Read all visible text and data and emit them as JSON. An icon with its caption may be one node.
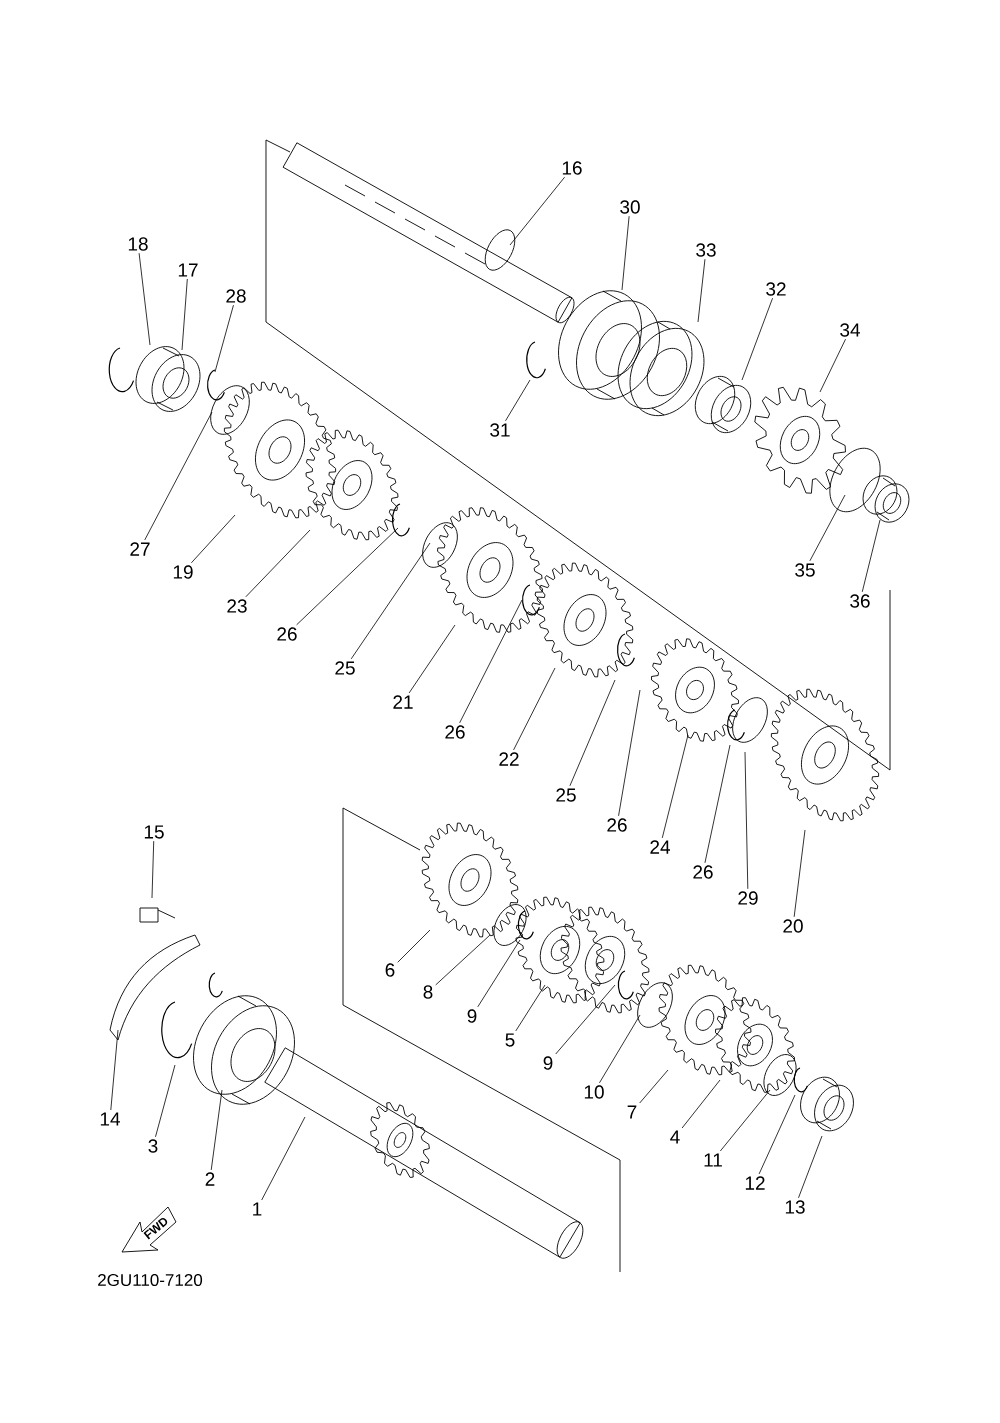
{
  "diagram": {
    "nodes": [
      {
        "text": [
          "16"
        ]
      },
      {
        "text": [
          "30"
        ]
      },
      {
        "text": [
          "18"
        ]
      },
      {
        "text": [
          "33"
        ]
      },
      {
        "text": [
          "17"
        ]
      },
      {
        "text": [
          "32"
        ]
      },
      {
        "text": [
          "28"
        ]
      },
      {
        "text": [
          "34"
        ]
      },
      {
        "text": [
          "31"
        ]
      },
      {
        "text": [
          "27"
        ]
      },
      {
        "text": [
          "19"
        ]
      },
      {
        "text": [
          "35"
        ]
      },
      {
        "text": [
          "36"
        ]
      },
      {
        "text": [
          "23"
        ]
      },
      {
        "text": [
          "26"
        ]
      },
      {
        "text": [
          "25"
        ]
      },
      {
        "text": [
          "21"
        ]
      },
      {
        "text": [
          "26"
        ]
      },
      {
        "text": [
          "22"
        ]
      },
      {
        "text": [
          "25"
        ]
      },
      {
        "text": [
          "26"
        ]
      },
      {
        "text": [
          "24"
        ]
      },
      {
        "text": [
          "26"
        ]
      },
      {
        "text": [
          "15"
        ]
      },
      {
        "text": [
          "29"
        ]
      },
      {
        "text": [
          "20"
        ]
      },
      {
        "text": [
          "6"
        ]
      },
      {
        "text": [
          "8"
        ]
      },
      {
        "text": [
          "9"
        ]
      },
      {
        "text": [
          "5"
        ]
      },
      {
        "text": [
          "9"
        ]
      },
      {
        "text": [
          "10"
        ]
      },
      {
        "text": [
          "7"
        ]
      },
      {
        "text": [
          "14"
        ]
      },
      {
        "text": [
          "4"
        ]
      },
      {
        "text": [
          "3"
        ]
      },
      {
        "text": [
          "11"
        ]
      },
      {
        "text": [
          "2"
        ]
      },
      {
        "text": [
          "12"
        ]
      },
      {
        "text": [
          "13"
        ]
      },
      {
        "text": [
          "1"
        ]
      }
    ],
    "edges": [
      {
        "from": 0,
        "to": null,
        "arrow": "none"
      },
      {
        "from": 1,
        "to": null,
        "arrow": "none"
      },
      {
        "from": 2,
        "to": null,
        "arrow": "none"
      },
      {
        "from": 3,
        "to": null,
        "arrow": "none"
      },
      {
        "from": 4,
        "to": null,
        "arrow": "none"
      },
      {
        "from": 5,
        "to": null,
        "arrow": "none"
      },
      {
        "from": 6,
        "to": null,
        "arrow": "none"
      },
      {
        "from": 7,
        "to": null,
        "arrow": "none"
      },
      {
        "from": 8,
        "to": null,
        "arrow": "none"
      },
      {
        "from": 9,
        "to": null,
        "arrow": "none"
      },
      {
        "from": 10,
        "to": null,
        "arrow": "none"
      },
      {
        "from": 11,
        "to": null,
        "arrow": "none"
      },
      {
        "from": 12,
        "to": null,
        "arrow": "none"
      },
      {
        "from": 13,
        "to": null,
        "arrow": "none"
      },
      {
        "from": 14,
        "to": null,
        "arrow": "none"
      },
      {
        "from": 15,
        "to": null,
        "arrow": "none"
      },
      {
        "from": 16,
        "to": null,
        "arrow": "none"
      },
      {
        "from": 17,
        "to": null,
        "arrow": "none"
      },
      {
        "from": 18,
        "to": null,
        "arrow": "none"
      },
      {
        "from": 19,
        "to": null,
        "arrow": "none"
      },
      {
        "from": 20,
        "to": null,
        "arrow": "none"
      },
      {
        "from": 21,
        "to": null,
        "arrow": "none"
      },
      {
        "from": 22,
        "to": null,
        "arrow": "none"
      },
      {
        "from": 23,
        "to": null,
        "arrow": "none"
      },
      {
        "from": 24,
        "to": null,
        "arrow": "none"
      },
      {
        "from": 25,
        "to": null,
        "arrow": "none"
      },
      {
        "from": 26,
        "to": null,
        "arrow": "none"
      },
      {
        "from": 27,
        "to": null,
        "arrow": "none"
      },
      {
        "from": 28,
        "to": null,
        "arrow": "none"
      },
      {
        "from": 29,
        "to": null,
        "arrow": "none"
      },
      {
        "from": 30,
        "to": null,
        "arrow": "none"
      },
      {
        "from": 31,
        "to": null,
        "arrow": "none"
      },
      {
        "from": 32,
        "to": null,
        "arrow": "none"
      },
      {
        "from": 33,
        "to": null,
        "arrow": "none"
      },
      {
        "from": 34,
        "to": null,
        "arrow": "none"
      },
      {
        "from": 35,
        "to": null,
        "arrow": "none"
      },
      {
        "from": 36,
        "to": null,
        "arrow": "none"
      },
      {
        "from": 37,
        "to": null,
        "arrow": "none"
      },
      {
        "from": 38,
        "to": null,
        "arrow": "none"
      },
      {
        "from": 39,
        "to": null,
        "arrow": "none"
      },
      {
        "from": 40,
        "to": null,
        "arrow": "none"
      }
    ],
    "labels": [
      "FWD",
      "2GU110-7120"
    ]
  }
}
